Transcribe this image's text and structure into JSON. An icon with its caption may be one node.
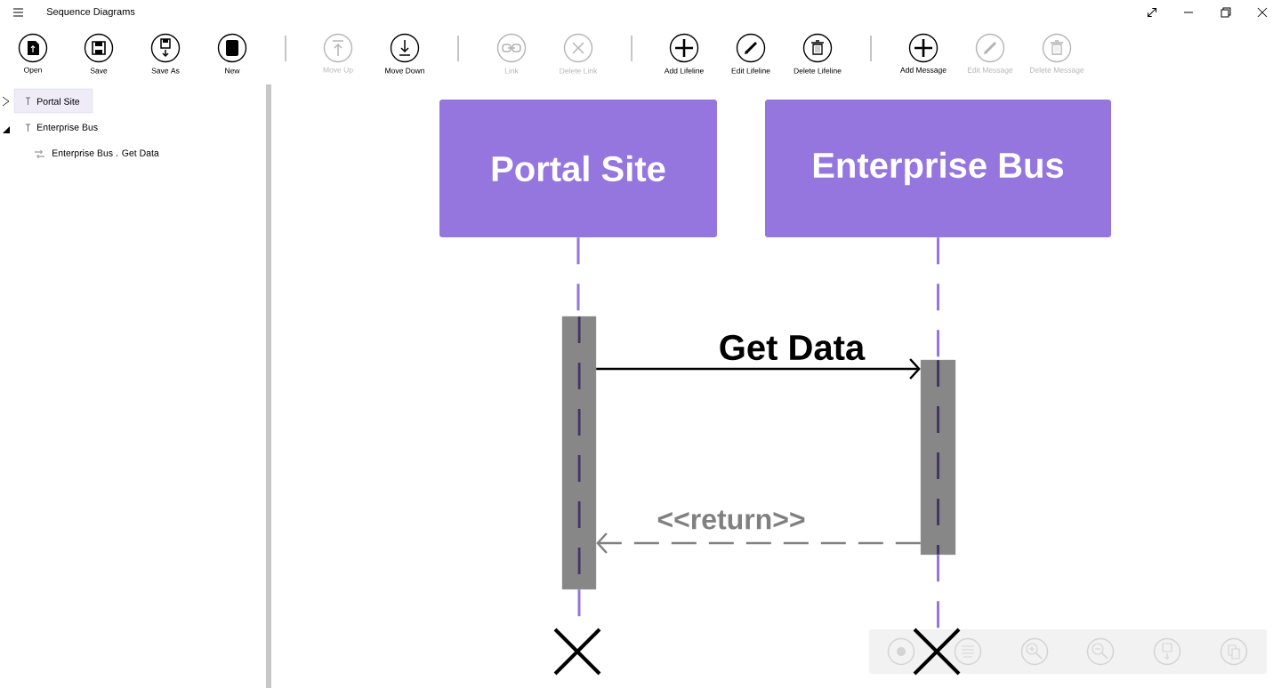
{
  "diagram": {
    "nodes": [
      {
        "text": [
          "Portal Site"
        ]
      },
      {
        "text": [
          "Enterprise Bus"
        ]
      },
      {
        "text": [],
        "shape": "bar"
      },
      {
        "text": [],
        "shape": "bar"
      },
      {
        "text": [],
        "shape": "cross"
      },
      {
        "text": [],
        "shape": "cross"
      }
    ],
    "edges": [
      {
        "from": 0,
        "to": 2,
        "arrow": "none",
        "style": "dashed",
        "color": "#9575de"
      },
      {
        "from": 2,
        "to": 4,
        "arrow": "none",
        "style": "dashed",
        "color": "#9575de"
      },
      {
        "from": 1,
        "to": 3,
        "arrow": "none",
        "style": "dashed",
        "color": "#9575de"
      },
      {
        "from": 3,
        "to": 5,
        "arrow": "none",
        "style": "dashed",
        "color": "#9575de"
      },
      {
        "from": 2,
        "to": 3,
        "arrow": "to",
        "label": "Get Data",
        "color": "#000000"
      },
      {
        "from": 3,
        "to": 2,
        "arrow": "to",
        "label": "<<return>>",
        "style": "dashed",
        "color": "#808080"
      }
    ],
    "labels": [
      "Sequence Diagrams",
      "Open",
      "Save",
      "Save As",
      "New",
      "Move Up",
      "Move Down",
      "Link",
      "Delete Link",
      "Add Lifeline",
      "Edit Lifeline",
      "Delete Lifeline",
      "Add Message",
      "Edit Message",
      "Delete Message",
      "Portal Site",
      "Enterprise Bus",
      "Enterprise Bus . Get Data"
    ]
  }
}
